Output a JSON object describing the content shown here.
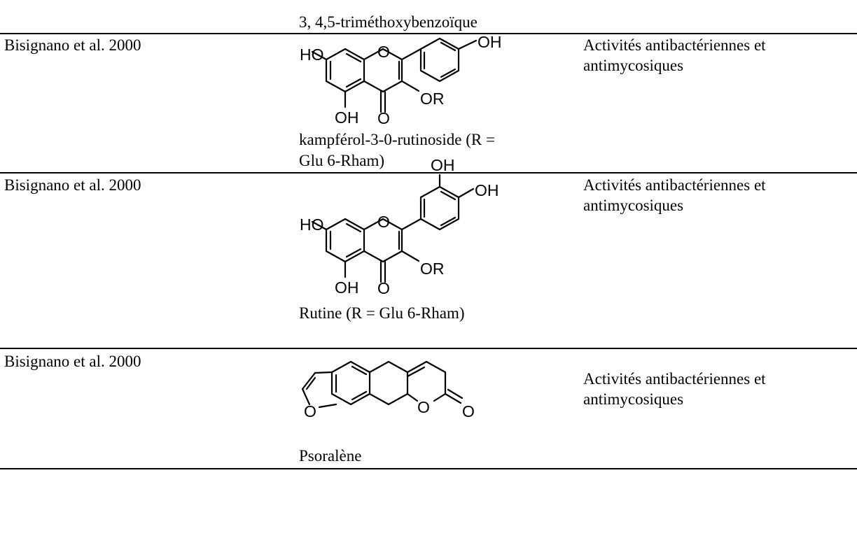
{
  "top_row": {
    "compound": "3, 4,5-triméthoxybenzoïque"
  },
  "rows": [
    {
      "reference": "Bisignano et al. 2000",
      "compound_line1": "kampférol-3-0-rutinoside (R =",
      "compound_line2": "Glu 6-Rham)",
      "activity_line1": "Activités antibactériennes et",
      "activity_line2": "antimycosiques",
      "atoms": {
        "oh_a": "HO",
        "o_ring": "O",
        "oh_b": "OH",
        "or": "OR",
        "oh_c": "OH",
        "o_keto": "O"
      }
    },
    {
      "reference": "Bisignano et al. 2000",
      "compound_line1": "Rutine (R = Glu 6-Rham)",
      "activity_line1": "Activités antibactériennes et",
      "activity_line2": "antimycosiques",
      "atoms": {
        "oh_a": "HO",
        "o_ring": "O",
        "oh_b1": "OH",
        "oh_b2": "OH",
        "or": "OR",
        "oh_c": "OH",
        "o_keto": "O"
      }
    },
    {
      "reference": "Bisignano et al. 2000",
      "compound_line1": "Psoralène",
      "activity_line1": "Activités antibactériennes et",
      "activity_line2": "antimycosiques",
      "atoms": {
        "o_furan": "O",
        "o_lactone": "O",
        "o_keto": "O"
      }
    }
  ]
}
